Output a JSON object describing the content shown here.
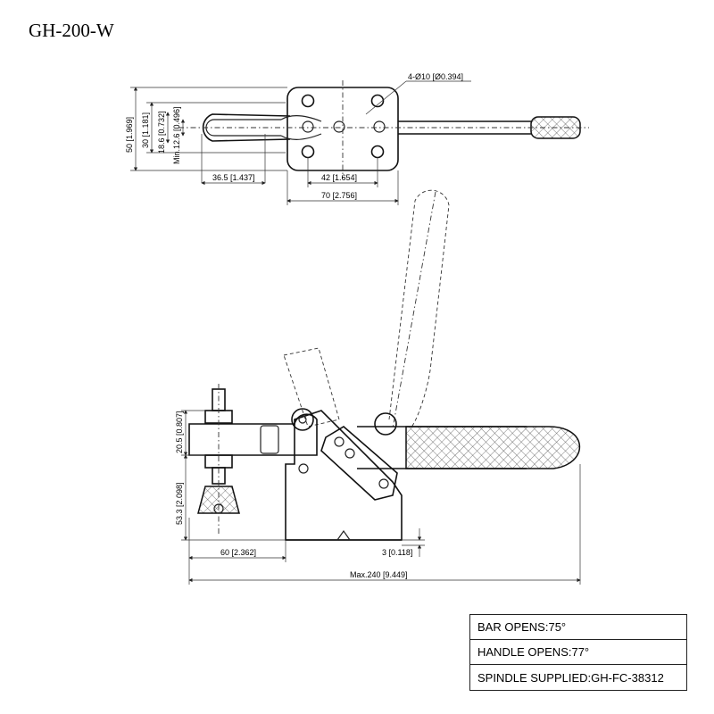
{
  "title": "GH-200-W",
  "dimensions": {
    "hole_callout": "4-Ø10 [Ø0.394]",
    "h50": "50 [1.969]",
    "h30": "30 [1.181]",
    "h18": "18.6 [0.732]",
    "min12": "Min.12.6 [0.496]",
    "w365": "36.5 [1.437]",
    "w42": "42 [1.654]",
    "w70": "70 [2.756]",
    "h205": "20.5 [0.807]",
    "h533": "53.3 [2.098]",
    "w60": "60 [2.362]",
    "t3": "3 [0.118]",
    "max240": "Max.240 [9.449]"
  },
  "specs": [
    "BAR OPENS:75°",
    "HANDLE OPENS:77°",
    "SPINDLE SUPPLIED:GH-FC-38312"
  ]
}
